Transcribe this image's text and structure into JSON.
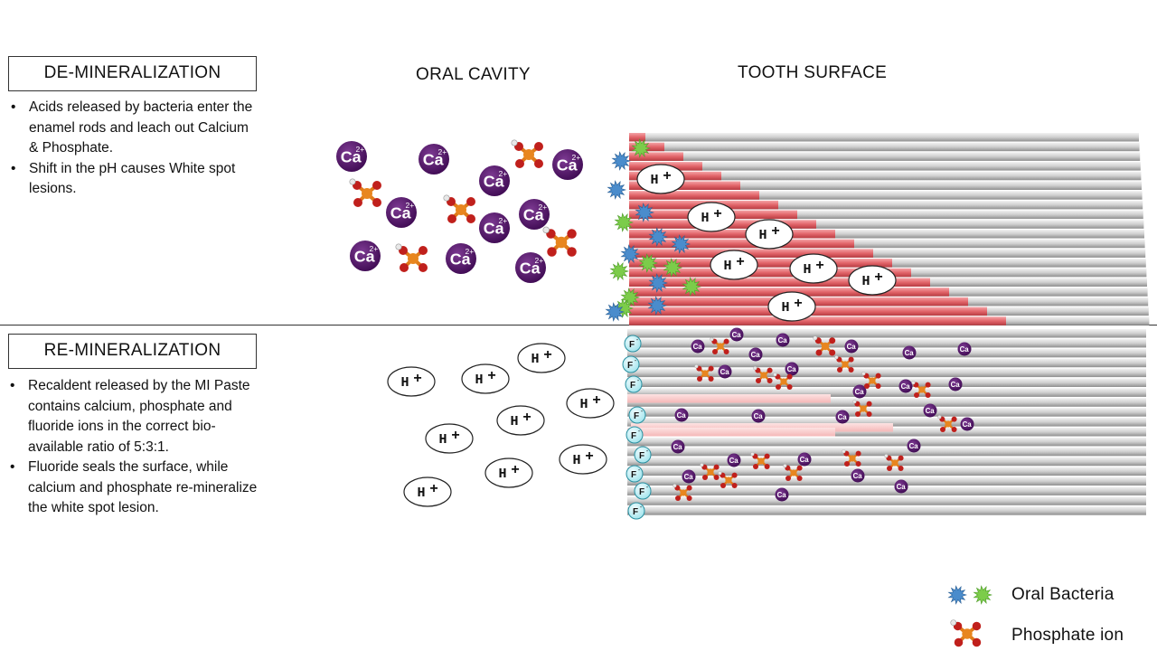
{
  "demineralization": {
    "title": "DE-MINERALIZATION",
    "bullets": [
      "Acids released by bacteria enter the enamel rods and leach out Calcium & Phosphate.",
      "Shift in the pH causes White spot lesions."
    ]
  },
  "remineralization": {
    "title": "RE-MINERALIZATION",
    "bullets": [
      "Recaldent released by the MI Paste contains calcium, phosphate and fluoride ions in the correct bio-available ratio of 5:3:1.",
      "Fluoride seals the surface, while calcium and phosphate re-mineralize the white spot lesion."
    ]
  },
  "columns": {
    "oral_cavity": "ORAL CAVITY",
    "tooth_surface": "TOOTH SURFACE"
  },
  "ions": {
    "calcium": "Ca",
    "calcium_charge": "2+",
    "hydrogen": "H",
    "hydrogen_charge": "+",
    "fluoride": "F",
    "fluoride_charge": "-"
  },
  "legend": {
    "bacteria": "Oral Bacteria",
    "phosphate": "Phosphate ion"
  },
  "colors": {
    "rod_gray": "#c9c9c9",
    "rod_demin_red": "#e2656a",
    "rod_remin_pink": "#f7c2c2",
    "calcium_purple": "#5a1a6e",
    "phosphate_orange": "#e07b1a",
    "oxygen_red": "#c0201c",
    "bacteria_blue": "#4a8ccc",
    "bacteria_green": "#7ccc4a",
    "fluoride_cyan": "#c9f1f5"
  }
}
